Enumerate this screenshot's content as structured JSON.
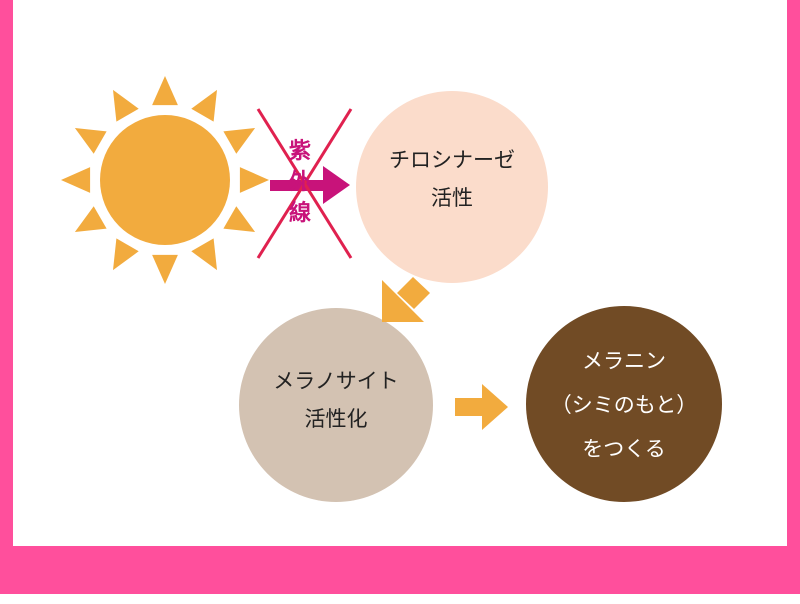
{
  "colors": {
    "frame": "#ff4f9c",
    "sun": "#f2ab3e",
    "tyrosinase_fill": "#fbdccb",
    "melanocyte_fill": "#d3c2b2",
    "melanin_fill": "#714b25",
    "arrow_orange": "#f2ab3e",
    "uv_arrow": "#c8137a",
    "cross": "#e0214f"
  },
  "uv": {
    "chars": [
      "紫",
      "外",
      "線"
    ]
  },
  "nodes": {
    "tyrosinase": {
      "lines": [
        "チロシナーゼ",
        "活性"
      ]
    },
    "melanocyte": {
      "lines": [
        "メラノサイト",
        "活性化"
      ]
    },
    "melanin": {
      "lines": [
        "メラニン",
        "（シミのもと）",
        "をつくる"
      ]
    }
  }
}
